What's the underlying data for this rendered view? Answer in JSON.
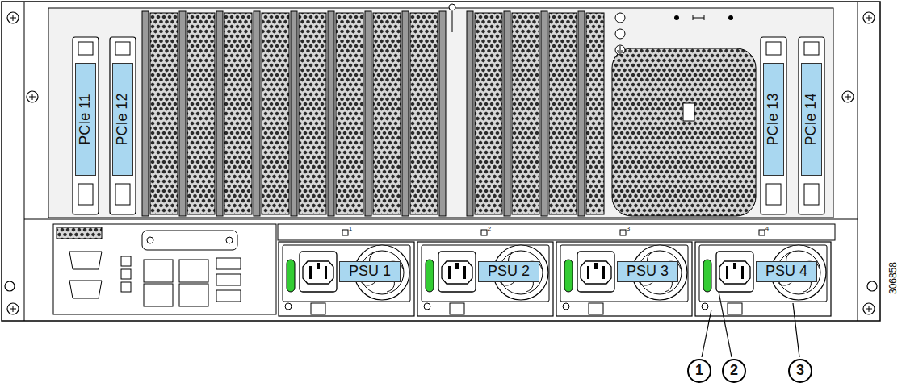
{
  "diagram": {
    "nodes": [
      {
        "text": [
          "PCIe 11"
        ]
      },
      {
        "text": [
          "PCIe 12"
        ]
      },
      {
        "text": [
          "PCIe 13"
        ]
      },
      {
        "text": [
          "PCIe 14"
        ]
      },
      {
        "text": [
          "PSU 1"
        ]
      },
      {
        "text": [
          "PSU 2"
        ]
      },
      {
        "text": [
          "PSU 3"
        ]
      },
      {
        "text": [
          "PSU 4"
        ]
      },
      {
        "text": [
          "1"
        ]
      },
      {
        "text": [
          "2"
        ]
      },
      {
        "text": [
          "3"
        ]
      }
    ],
    "labels": [
      "1",
      "2",
      "3",
      "4",
      "306858"
    ]
  }
}
